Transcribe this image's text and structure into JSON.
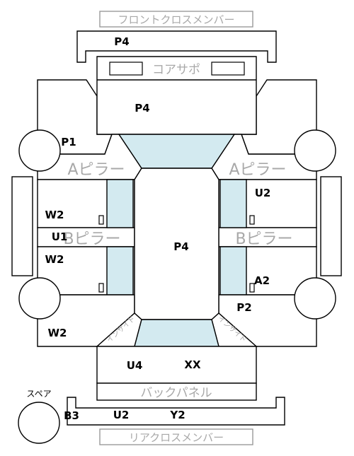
{
  "parts": {
    "front_cross_member": "フロントクロスメンバー",
    "core_support": "コアサポ",
    "a_pillar_left": "Aピラー",
    "a_pillar_right": "Aピラー",
    "b_pillar_left": "Bピラー",
    "b_pillar_right": "Bピラー",
    "inside_left": "インサイド",
    "inside_right": "インサイド",
    "back_panel": "バックパネル",
    "rear_cross_member": "リアクロスメンバー",
    "spare": "スペア"
  },
  "codes": {
    "front_cross_member": "P4",
    "hood": "P4",
    "front_left_fender": "P1",
    "front_left_door": "W2",
    "left_b_pillar": "U1",
    "rear_left_door": "W2",
    "rear_left_quarter": "W2",
    "front_right_door": "U2",
    "rear_right_door": "A2",
    "rear_right_quarter": "P2",
    "roof": "P4",
    "trunk_left": "U4",
    "trunk_right": "XX",
    "spare": "B3",
    "rear_member_left": "U2",
    "rear_member_right": "Y2"
  }
}
